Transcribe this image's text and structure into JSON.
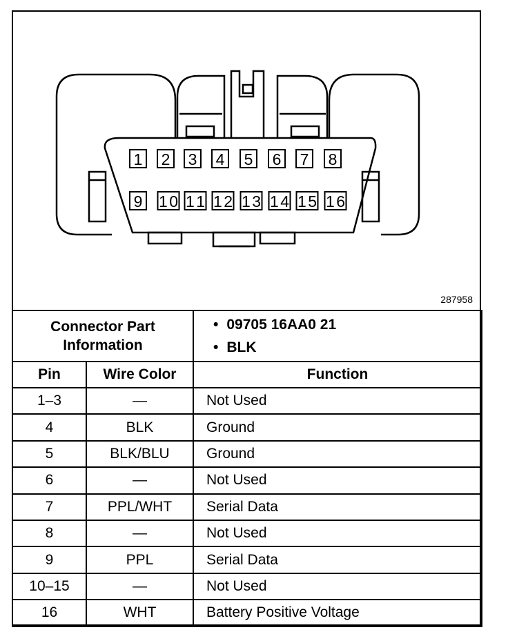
{
  "figure_id": "287958",
  "pin_labels": [
    "1",
    "2",
    "3",
    "4",
    "5",
    "6",
    "7",
    "8",
    "9",
    "10",
    "11",
    "12",
    "13",
    "14",
    "15",
    "16"
  ],
  "connector": {
    "header_line1": "Connector Part",
    "header_line2": "Information",
    "part_number": "09705 16AA0 21",
    "color": "BLK"
  },
  "columns": {
    "pin": "Pin",
    "wire_color": "Wire Color",
    "function": "Function"
  },
  "rows": [
    {
      "pin": "1–3",
      "wire": "—",
      "function": "Not Used"
    },
    {
      "pin": "4",
      "wire": "BLK",
      "function": "Ground"
    },
    {
      "pin": "5",
      "wire": "BLK/BLU",
      "function": "Ground"
    },
    {
      "pin": "6",
      "wire": "—",
      "function": "Not Used"
    },
    {
      "pin": "7",
      "wire": "PPL/WHT",
      "function": "Serial Data"
    },
    {
      "pin": "8",
      "wire": "—",
      "function": "Not Used"
    },
    {
      "pin": "9",
      "wire": "PPL",
      "function": "Serial Data"
    },
    {
      "pin": "10–15",
      "wire": "—",
      "function": "Not Used"
    },
    {
      "pin": "16",
      "wire": "WHT",
      "function": "Battery Positive Voltage"
    }
  ]
}
